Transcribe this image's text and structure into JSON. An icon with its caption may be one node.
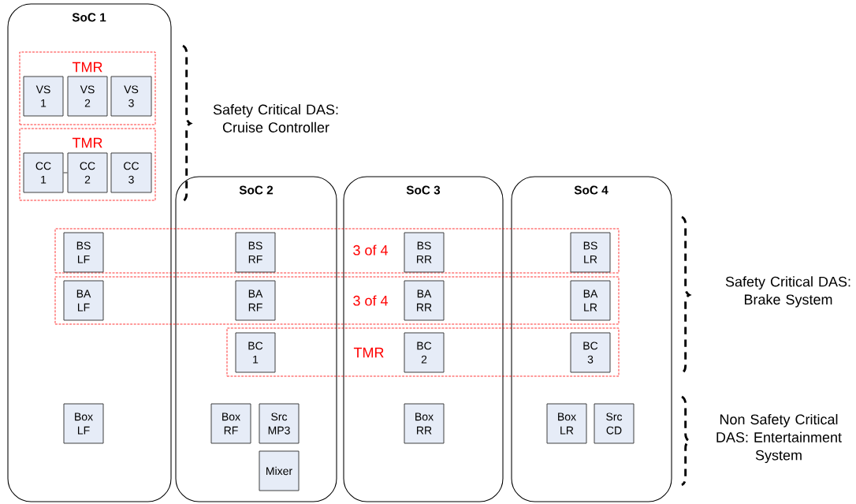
{
  "diagram": {
    "nodes": [
      {
        "text": [
          "SoC 1"
        ]
      },
      {
        "text": [
          "TMR"
        ],
        "in": 0
      },
      {
        "text": [
          "VS 1"
        ],
        "in": 1
      },
      {
        "text": [
          "VS 2"
        ],
        "in": 1
      },
      {
        "text": [
          "VS 3"
        ],
        "in": 1
      },
      {
        "text": [
          "TMR"
        ],
        "in": 0
      },
      {
        "text": [
          "CC 1"
        ],
        "in": 5
      },
      {
        "text": [
          "CC 2"
        ],
        "in": 5
      },
      {
        "text": [
          "CC 3"
        ],
        "in": 5
      },
      {
        "text": [
          "SoC 2"
        ]
      },
      {
        "text": [
          "SoC 3"
        ]
      },
      {
        "text": [
          "SoC 4"
        ]
      },
      {
        "text": [
          "3 of 4"
        ]
      },
      {
        "text": [
          "BS LF"
        ]
      },
      {
        "text": [
          "BS RF"
        ]
      },
      {
        "text": [
          "BS RR"
        ]
      },
      {
        "text": [
          "BS LR"
        ]
      },
      {
        "text": [
          "3 of 4"
        ]
      },
      {
        "text": [
          "BA LF"
        ]
      },
      {
        "text": [
          "BA RF"
        ]
      },
      {
        "text": [
          "BA RR"
        ]
      },
      {
        "text": [
          "BA LR"
        ]
      },
      {
        "text": [
          "TMR"
        ]
      },
      {
        "text": [
          "BC 1"
        ]
      },
      {
        "text": [
          "BC 2"
        ]
      },
      {
        "text": [
          "BC 3"
        ]
      },
      {
        "text": [
          "Box LF"
        ],
        "in": 0
      },
      {
        "text": [
          "Box RF"
        ],
        "in": 9
      },
      {
        "text": [
          "Src MP3"
        ],
        "in": 9
      },
      {
        "text": [
          "Mixer"
        ],
        "in": 9
      },
      {
        "text": [
          "Box RR"
        ],
        "in": 10
      },
      {
        "text": [
          "Box LR"
        ],
        "in": 11
      },
      {
        "text": [
          "Src CD"
        ],
        "in": 11
      }
    ],
    "edges": [
      {
        "from": 6,
        "to": 7,
        "arrow": "none"
      }
    ],
    "labels": [
      "Safety Critical DAS: Cruise Controller",
      "Safety Critical DAS: Brake System",
      "Non Safety Critical DAS: Entertainment System"
    ]
  }
}
